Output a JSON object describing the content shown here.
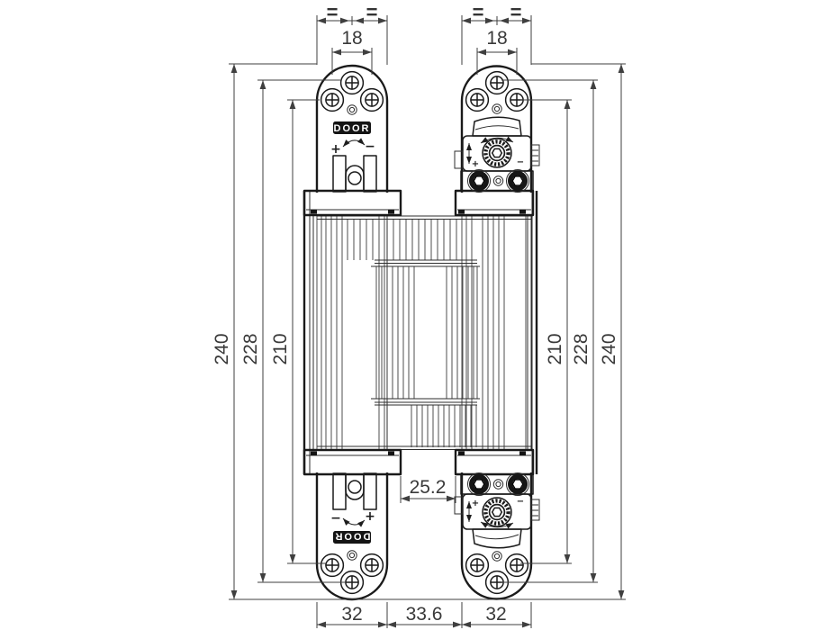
{
  "drawing": {
    "kind": "technical dimension drawing",
    "subject": "concealed door hinge, front view, closed position",
    "units": "mm",
    "line_color": "#1a1a1a",
    "dimension_color": "#3a3a3a",
    "background": "#ffffff"
  },
  "dimensions": {
    "top_left_hole_spacing": "18",
    "top_right_hole_spacing": "18",
    "left_outer": "240",
    "left_mid": "228",
    "left_inner": "210",
    "right_inner": "210",
    "right_mid": "228",
    "right_outer": "240",
    "bottom_left_plate": "32",
    "bottom_center_gap": "33.6",
    "bottom_right_plate": "32",
    "center_plate_gap": "25.2"
  },
  "symbols": {
    "equal": "=",
    "plus": "+",
    "minus": "−"
  },
  "labels": {
    "door_top": "DOOR",
    "door_bottom": "DOOR"
  }
}
